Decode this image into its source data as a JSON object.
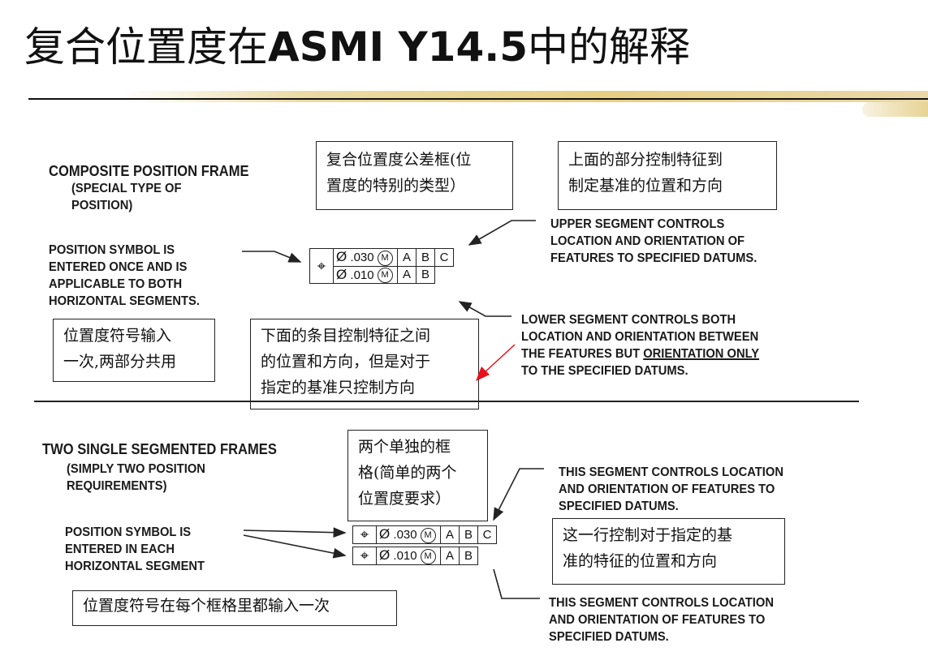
{
  "title": {
    "cn_prefix": "复合位置度在",
    "latin": "ASMI Y14.5",
    "cn_suffix": "中的解释"
  },
  "top": {
    "heading": "COMPOSITE POSITION FRAME",
    "subheading": "(SPECIAL TYPE OF\nPOSITION)",
    "symbol_note": "POSITION SYMBOL IS\nENTERED ONCE AND IS\nAPPLICABLE TO BOTH\nHORIZONTAL SEGMENTS.",
    "upper_note": "UPPER SEGMENT CONTROLS\nLOCATION AND ORIENTATION  OF\nFEATURES TO SPECIFIED DATUMS.",
    "lower_note_1": "LOWER SEGMENT CONTROLS BOTH\nLOCATION AND ORIENTATION  BETWEEN\nTHE FEATURES BUT ",
    "lower_note_emph": "ORIENTATION  ONLY",
    "lower_note_2": "\nTO THE SPECIFIED DATUMS.",
    "cn_frame": "复合位置度公差框(位\n置度的特别的类型）",
    "cn_upper": "上面的部分控制特征到\n制定基准的位置和方向",
    "cn_symbol": "位置度符号输入\n一次,两部分共用",
    "cn_lower": "下面的条目控制特征之间\n的位置和方向，但是对于\n指定的基准只控制方向",
    "frame": {
      "row1": {
        "diam": "Ø",
        "tol": ".030",
        "mod": "M",
        "datums": [
          "A",
          "B",
          "C"
        ]
      },
      "row2": {
        "diam": "Ø",
        "tol": ".010",
        "mod": "M",
        "datums": [
          "A",
          "B"
        ]
      }
    }
  },
  "bottom": {
    "heading": "TWO SINGLE SEGMENTED FRAMES",
    "subheading": "(SIMPLY TWO POSITION\nREQUIREMENTS)",
    "symbol_note": "POSITION SYMBOL IS\nENTERED IN EACH\nHORIZONTAL SEGMENT",
    "seg1_note": "THIS SEGMENT CONTROLS LOCATION\nAND ORIENTATION  OF FEATURES TO\nSPECIFIED DATUMS.",
    "seg2_note": "THIS SEGMENT CONTROLS LOCATION\nAND ORIENTATION  OF FEATURES TO\nSPECIFIED DATUMS.",
    "cn_frames": "两个单独的框\n格(简单的两个\n位置度要求）",
    "cn_row": "这一行控制对于指定的基\n准的特征的位置和方向",
    "cn_symbol": "位置度符号在每个框格里都输入一次",
    "frame": {
      "row1": {
        "diam": "Ø",
        "tol": ".030",
        "mod": "M",
        "datums": [
          "A",
          "B",
          "C"
        ]
      },
      "row2": {
        "diam": "Ø",
        "tol": ".010",
        "mod": "M",
        "datums": [
          "A",
          "B"
        ]
      }
    }
  },
  "colors": {
    "arrow_red": "#e8101a",
    "ink": "#222222",
    "brush": "#d9bb5f"
  },
  "icons": {
    "position_symbol": "crosshair-circle-icon"
  }
}
